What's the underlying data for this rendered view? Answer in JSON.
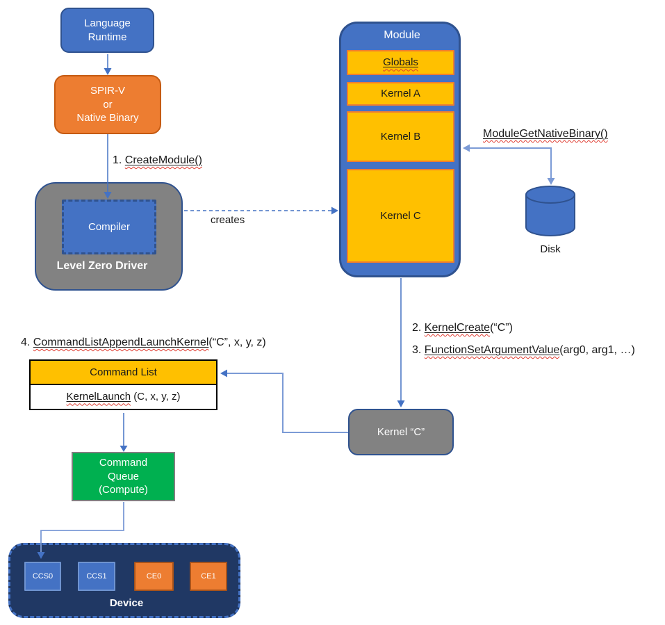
{
  "diagram": {
    "nodes": {
      "language_runtime": {
        "label": "Language\nRuntime"
      },
      "spirv": {
        "label": "SPIR-V\nor\nNative Binary"
      },
      "driver": {
        "label": "Level Zero Driver"
      },
      "compiler": {
        "label": "Compiler"
      },
      "module": {
        "title": "Module",
        "globals": "Globals",
        "kernel_a": "Kernel A",
        "kernel_b": "Kernel B",
        "kernel_c": "Kernel C"
      },
      "disk": {
        "label": "Disk"
      },
      "kernel_c_instance": {
        "label": "Kernel “C”"
      },
      "command_list": {
        "header": "Command List",
        "kernel_launch_fn": "KernelLaunch",
        "kernel_launch_args": " (C, x, y, z)"
      },
      "command_queue": {
        "label": "Command\nQueue\n(Compute)"
      },
      "device": {
        "label": "Device",
        "engines": [
          {
            "label": "CCS0",
            "type": "compute"
          },
          {
            "label": "CCS1",
            "type": "compute"
          },
          {
            "label": "CE0",
            "type": "copy"
          },
          {
            "label": "CE1",
            "type": "copy"
          }
        ]
      }
    },
    "steps": {
      "step1": {
        "prefix": "1. ",
        "fn": "CreateModule()",
        "suffix": ""
      },
      "step2": {
        "prefix": "2. ",
        "fn": "KernelCreate",
        "suffix": "(“C”)"
      },
      "step3": {
        "prefix": "3. ",
        "fn": "FunctionSetArgumentValue",
        "suffix": "(arg0, arg1, …)"
      },
      "step4": {
        "prefix": "4. ",
        "fn": "CommandListAppendLaunchKernel",
        "suffix": "(“C”, x, y, z)"
      },
      "module_get_native_binary": {
        "fn": "ModuleGetNativeBinary()"
      }
    },
    "edges": {
      "creates_label": "creates"
    },
    "colors": {
      "blue": "#4472C4",
      "blue_dark": "#2F528F",
      "blue_light_line": "#7C9BD6",
      "orange": "#ED7D31",
      "gold": "#FFC000",
      "gray": "#828282",
      "green": "#00B050",
      "navy": "#203864",
      "squiggle_red": "#e03c31"
    }
  }
}
